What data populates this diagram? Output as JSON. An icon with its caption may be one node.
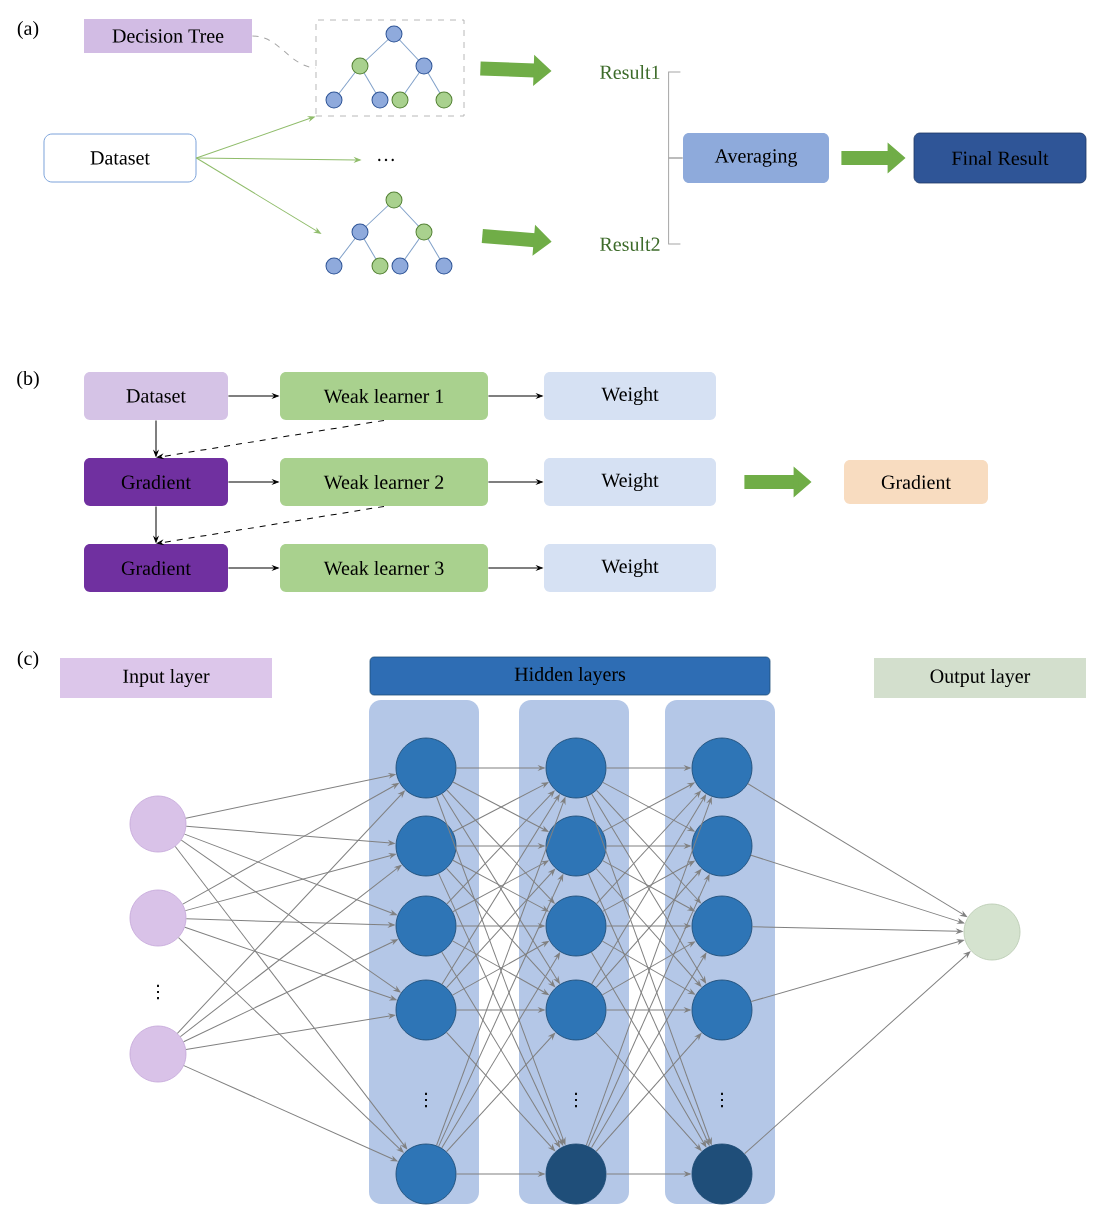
{
  "diagram": {
    "nodes": [
      {
        "text": [
          "Decision Tree"
        ]
      },
      {
        "text": [],
        "shape": "box"
      },
      {
        "text": [
          "Dataset"
        ]
      },
      {
        "text": [
          "…"
        ]
      },
      {
        "text": [],
        "shape": "picture"
      },
      {
        "text": [
          "Result1"
        ]
      },
      {
        "text": [
          "Result2"
        ]
      },
      {
        "text": [
          "Averaging"
        ]
      },
      {
        "text": [
          "Final Result"
        ]
      },
      {
        "text": [
          "Dataset"
        ]
      },
      {
        "text": [
          "Weak learner 1"
        ]
      },
      {
        "text": [
          "Weight"
        ]
      },
      {
        "text": [
          "Gradient"
        ]
      },
      {
        "text": [
          "Weak learner 2"
        ]
      },
      {
        "text": [
          "Weight"
        ]
      },
      {
        "text": [
          "Gradient"
        ]
      },
      {
        "text": [
          "Gradient"
        ]
      },
      {
        "text": [
          "Weak learner 3"
        ]
      },
      {
        "text": [
          "Weight"
        ]
      },
      {
        "text": [
          "Input layer"
        ]
      },
      {
        "text": [
          "Hidden layers"
        ]
      },
      {
        "text": [
          "Output layer"
        ]
      },
      {
        "text": [],
        "shape": "circle"
      },
      {
        "text": [],
        "shape": "circle"
      },
      {
        "text": [],
        "shape": "circle"
      },
      {
        "text": [],
        "shape": "box"
      },
      {
        "text": [],
        "shape": "circle",
        "in": 25
      },
      {
        "text": [],
        "shape": "circle",
        "in": 25
      },
      {
        "text": [],
        "shape": "circle",
        "in": 25
      },
      {
        "text": [],
        "shape": "circle",
        "in": 25
      },
      {
        "text": [],
        "shape": "circle",
        "in": 25
      },
      {
        "text": [],
        "shape": "box"
      },
      {
        "text": [],
        "shape": "circle",
        "in": 31
      },
      {
        "text": [],
        "shape": "circle",
        "in": 31
      },
      {
        "text": [],
        "shape": "circle",
        "in": 31
      },
      {
        "text": [],
        "shape": "circle",
        "in": 31
      },
      {
        "text": [],
        "shape": "circle",
        "in": 31
      },
      {
        "text": [],
        "shape": "box"
      },
      {
        "text": [],
        "shape": "circle",
        "in": 37
      },
      {
        "text": [],
        "shape": "circle",
        "in": 37
      },
      {
        "text": [],
        "shape": "circle",
        "in": 37
      },
      {
        "text": [],
        "shape": "circle",
        "in": 37
      },
      {
        "text": [],
        "shape": "circle",
        "in": 37
      },
      {
        "text": [],
        "shape": "circle"
      }
    ],
    "edges": [
      {
        "from": 0,
        "to": 1,
        "arrow": "none",
        "style": "dashed",
        "color": "#a6a6a6"
      },
      {
        "from": 2,
        "to": 1,
        "arrow": "to",
        "color": "#8fbc6a"
      },
      {
        "from": 2,
        "to": 3,
        "arrow": "to",
        "color": "#8fbc6a"
      },
      {
        "from": 2,
        "to": 4,
        "arrow": "to",
        "color": "#8fbc6a"
      },
      {
        "from": 1,
        "to": 5,
        "arrow": "to",
        "style": "thick",
        "color": "#70ad47"
      },
      {
        "from": 4,
        "to": 6,
        "arrow": "to",
        "style": "thick",
        "color": "#70ad47"
      },
      {
        "from": 5,
        "to": 7,
        "arrow": "none",
        "color": "#a6a6a6"
      },
      {
        "from": 6,
        "to": 7,
        "arrow": "none",
        "color": "#a6a6a6"
      },
      {
        "from": 7,
        "to": 8,
        "arrow": "to",
        "style": "thick",
        "color": "#70ad47"
      },
      {
        "from": 9,
        "to": 10,
        "arrow": "to",
        "color": "#000000"
      },
      {
        "from": 10,
        "to": 11,
        "arrow": "to",
        "color": "#000000"
      },
      {
        "from": 9,
        "to": 12,
        "arrow": "to",
        "color": "#000000"
      },
      {
        "from": 10,
        "to": 12,
        "arrow": "to",
        "style": "dashed",
        "color": "#000000"
      },
      {
        "from": 12,
        "to": 13,
        "arrow": "to",
        "color": "#000000"
      },
      {
        "from": 13,
        "to": 14,
        "arrow": "to",
        "color": "#000000"
      },
      {
        "from": 14,
        "to": 15,
        "arrow": "to",
        "style": "thick",
        "color": "#70ad47"
      },
      {
        "from": 12,
        "to": 16,
        "arrow": "to",
        "color": "#000000"
      },
      {
        "from": 13,
        "to": 16,
        "arrow": "to",
        "style": "dashed",
        "color": "#000000"
      },
      {
        "from": 16,
        "to": 17,
        "arrow": "to",
        "color": "#000000"
      },
      {
        "from": 17,
        "to": 18,
        "arrow": "to",
        "color": "#000000"
      },
      {
        "from": 22,
        "to": 26,
        "arrow": "to"
      },
      {
        "from": 22,
        "to": 27,
        "arrow": "to"
      },
      {
        "from": 22,
        "to": 28,
        "arrow": "to"
      },
      {
        "from": 22,
        "to": 29,
        "arrow": "to"
      },
      {
        "from": 22,
        "to": 30,
        "arrow": "to"
      },
      {
        "from": 23,
        "to": 26,
        "arrow": "to"
      },
      {
        "from": 23,
        "to": 27,
        "arrow": "to"
      },
      {
        "from": 23,
        "to": 28,
        "arrow": "to"
      },
      {
        "from": 23,
        "to": 29,
        "arrow": "to"
      },
      {
        "from": 23,
        "to": 30,
        "arrow": "to"
      },
      {
        "from": 24,
        "to": 26,
        "arrow": "to"
      },
      {
        "from": 24,
        "to": 27,
        "arrow": "to"
      },
      {
        "from": 24,
        "to": 28,
        "arrow": "to"
      },
      {
        "from": 24,
        "to": 29,
        "arrow": "to"
      },
      {
        "from": 24,
        "to": 30,
        "arrow": "to"
      },
      {
        "from": 26,
        "to": 32,
        "arrow": "to"
      },
      {
        "from": 26,
        "to": 33,
        "arrow": "to"
      },
      {
        "from": 26,
        "to": 34,
        "arrow": "to"
      },
      {
        "from": 26,
        "to": 35,
        "arrow": "to"
      },
      {
        "from": 26,
        "to": 36,
        "arrow": "to"
      },
      {
        "from": 27,
        "to": 32,
        "arrow": "to"
      },
      {
        "from": 27,
        "to": 33,
        "arrow": "to"
      },
      {
        "from": 27,
        "to": 34,
        "arrow": "to"
      },
      {
        "from": 27,
        "to": 35,
        "arrow": "to"
      },
      {
        "from": 27,
        "to": 36,
        "arrow": "to"
      },
      {
        "from": 28,
        "to": 32,
        "arrow": "to"
      },
      {
        "from": 28,
        "to": 33,
        "arrow": "to"
      },
      {
        "from": 28,
        "to": 34,
        "arrow": "to"
      },
      {
        "from": 28,
        "to": 35,
        "arrow": "to"
      },
      {
        "from": 28,
        "to": 36,
        "arrow": "to"
      },
      {
        "from": 29,
        "to": 32,
        "arrow": "to"
      },
      {
        "from": 29,
        "to": 33,
        "arrow": "to"
      },
      {
        "from": 29,
        "to": 34,
        "arrow": "to"
      },
      {
        "from": 29,
        "to": 35,
        "arrow": "to"
      },
      {
        "from": 29,
        "to": 36,
        "arrow": "to"
      },
      {
        "from": 30,
        "to": 32,
        "arrow": "to"
      },
      {
        "from": 30,
        "to": 33,
        "arrow": "to"
      },
      {
        "from": 30,
        "to": 34,
        "arrow": "to"
      },
      {
        "from": 30,
        "to": 35,
        "arrow": "to"
      },
      {
        "from": 30,
        "to": 36,
        "arrow": "to"
      },
      {
        "from": 32,
        "to": 38,
        "arrow": "to"
      },
      {
        "from": 32,
        "to": 39,
        "arrow": "to"
      },
      {
        "from": 32,
        "to": 40,
        "arrow": "to"
      },
      {
        "from": 32,
        "to": 41,
        "arrow": "to"
      },
      {
        "from": 32,
        "to": 42,
        "arrow": "to"
      },
      {
        "from": 33,
        "to": 38,
        "arrow": "to"
      },
      {
        "from": 33,
        "to": 39,
        "arrow": "to"
      },
      {
        "from": 33,
        "to": 40,
        "arrow": "to"
      },
      {
        "from": 33,
        "to": 41,
        "arrow": "to"
      },
      {
        "from": 33,
        "to": 42,
        "arrow": "to"
      },
      {
        "from": 34,
        "to": 38,
        "arrow": "to"
      },
      {
        "from": 34,
        "to": 39,
        "arrow": "to"
      },
      {
        "from": 34,
        "to": 40,
        "arrow": "to"
      },
      {
        "from": 34,
        "to": 41,
        "arrow": "to"
      },
      {
        "from": 34,
        "to": 42,
        "arrow": "to"
      },
      {
        "from": 35,
        "to": 38,
        "arrow": "to"
      },
      {
        "from": 35,
        "to": 39,
        "arrow": "to"
      },
      {
        "from": 35,
        "to": 40,
        "arrow": "to"
      },
      {
        "from": 35,
        "to": 41,
        "arrow": "to"
      },
      {
        "from": 35,
        "to": 42,
        "arrow": "to"
      },
      {
        "from": 36,
        "to": 38,
        "arrow": "to"
      },
      {
        "from": 36,
        "to": 39,
        "arrow": "to"
      },
      {
        "from": 36,
        "to": 40,
        "arrow": "to"
      },
      {
        "from": 36,
        "to": 41,
        "arrow": "to"
      },
      {
        "from": 36,
        "to": 42,
        "arrow": "to"
      },
      {
        "from": 38,
        "to": 43,
        "arrow": "to"
      },
      {
        "from": 39,
        "to": 43,
        "arrow": "to"
      },
      {
        "from": 40,
        "to": 43,
        "arrow": "to"
      },
      {
        "from": 41,
        "to": 43,
        "arrow": "to"
      },
      {
        "from": 42,
        "to": 43,
        "arrow": "to"
      }
    ],
    "labels": [
      "(a)",
      "(b)",
      "(c)",
      "⋮",
      "⋮",
      "⋮",
      "⋮"
    ]
  }
}
